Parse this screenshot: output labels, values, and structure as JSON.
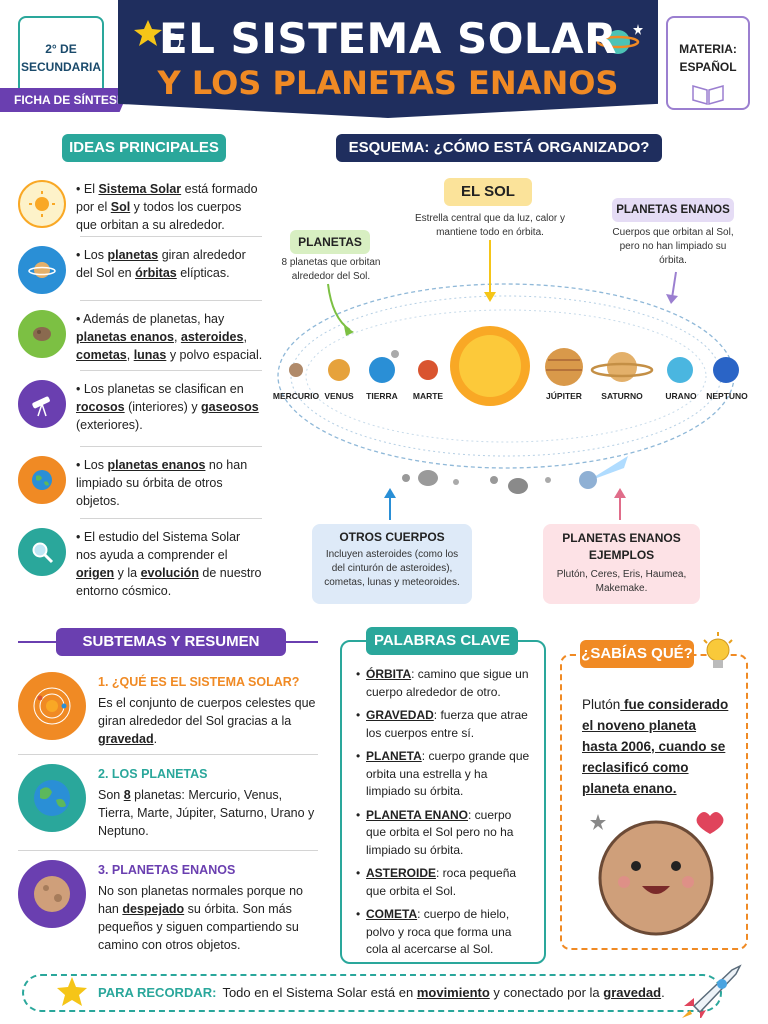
{
  "header": {
    "grade_line1": "2° DE",
    "grade_line2": "SECUNDARIA",
    "ficha": "FICHA DE SÍNTESIS",
    "title_line1": "EL SISTEMA SOLAR",
    "title_line2": "Y LOS PLANETAS ENANOS",
    "materia_label": "MATERIA:",
    "materia_value": "ESPAÑOL"
  },
  "ideas": {
    "heading": "IDEAS PRINCIPALES",
    "items": [
      {
        "icon": "sun-icon",
        "parts": [
          "El ",
          "Sistema Solar",
          " está formado por el ",
          "Sol",
          " y todos los cuerpos que orbitan a su alrededor."
        ]
      },
      {
        "icon": "planet-icon",
        "parts": [
          "Los ",
          "planetas",
          " giran alrededor del Sol en ",
          "órbitas",
          " elípticas."
        ]
      },
      {
        "icon": "asteroid-icon",
        "parts": [
          "Además de planetas, hay ",
          "planetas enanos",
          ", ",
          "asteroides",
          ", ",
          "cometas",
          ", ",
          "lunas",
          " y polvo espacial."
        ]
      },
      {
        "icon": "telescope-icon",
        "parts": [
          "Los planetas se clasifican en ",
          "rocosos",
          " (interiores) y ",
          "gaseosos",
          " (exteriores)."
        ]
      },
      {
        "icon": "earth-icon",
        "parts": [
          "Los ",
          "planetas enanos",
          " no han limpiado su órbita de otros objetos."
        ]
      },
      {
        "icon": "magnifier-icon",
        "parts": [
          "El estudio del Sistema Solar nos ayuda a comprender el ",
          "origen",
          " y la ",
          "evolución",
          " de nuestro entorno cósmico."
        ]
      }
    ]
  },
  "scheme": {
    "heading": "ESQUEMA: ¿CÓMO ESTÁ ORGANIZADO?",
    "sun_title": "EL SOL",
    "sun_desc": "Estrella central que da luz, calor y mantiene todo en órbita.",
    "planets_title": "PLANETAS",
    "planets_desc": "8 planetas que orbitan alrededor del Sol.",
    "dwarf_title": "PLANETAS ENANOS",
    "dwarf_desc": "Cuerpos que orbitan al Sol, pero no han limpiado su órbita.",
    "planet_names": [
      "MERCURIO",
      "VENUS",
      "TIERRA",
      "MARTE",
      "JÚPITER",
      "SATURNO",
      "URANO",
      "NEPTUNO"
    ],
    "others_title": "OTROS CUERPOS",
    "others_desc": "Incluyen asteroides (como los del cinturón de asteroides), cometas, lunas y meteoroides.",
    "examples_title": "PLANETAS ENANOS EJEMPLOS",
    "examples_desc": "Plutón, Ceres, Eris, Haumea, Makemake."
  },
  "subtemas": {
    "heading": "SUBTEMAS Y RESUMEN",
    "items": [
      {
        "title": "1. ¿QUÉ ES EL SISTEMA SOLAR?",
        "color": "#f08a24",
        "parts": [
          "Es el conjunto de cuerpos celestes que giran alrededor del Sol gracias a la ",
          "gravedad",
          "."
        ]
      },
      {
        "title": "2. LOS PLANETAS",
        "color": "#2aa79b",
        "parts": [
          "Son ",
          "8",
          " planetas: Mercurio, Venus, Tierra, Marte, Júpiter, Saturno, Urano y Neptuno."
        ]
      },
      {
        "title": "3. PLANETAS ENANOS",
        "color": "#6a3fb0",
        "parts": [
          "No son planetas normales porque no han ",
          "despejado",
          " su órbita. Son más pequeños y siguen compartiendo su camino con otros objetos."
        ]
      }
    ]
  },
  "keywords": {
    "heading": "PALABRAS CLAVE",
    "items": [
      {
        "term": "ÓRBITA",
        "def": ": camino que sigue un cuerpo alrededor de otro."
      },
      {
        "term": "GRAVEDAD",
        "def": ": fuerza que atrae los cuerpos entre sí."
      },
      {
        "term": "PLANETA",
        "def": ": cuerpo grande que orbita una estrella y ha limpiado su órbita."
      },
      {
        "term": "PLANETA ENANO",
        "def": ": cuerpo que orbita el Sol pero no ha limpiado su órbita."
      },
      {
        "term": "ASTEROIDE",
        "def": ": roca pequeña que orbita el Sol."
      },
      {
        "term": "COMETA",
        "def": ": cuerpo de hielo, polvo y roca que forma una cola al acercarse al Sol."
      }
    ]
  },
  "fact": {
    "heading": "¿SABÍAS QUÉ?",
    "parts": [
      "Plutón",
      " fue considerado el noveno planeta hasta 2006, cuando se reclasificó como planeta enano."
    ]
  },
  "reminder": {
    "label": "PARA RECORDAR:",
    "parts": [
      "Todo en el Sistema Solar está en ",
      "movimiento",
      " y conectado por la ",
      "gravedad",
      "."
    ]
  }
}
